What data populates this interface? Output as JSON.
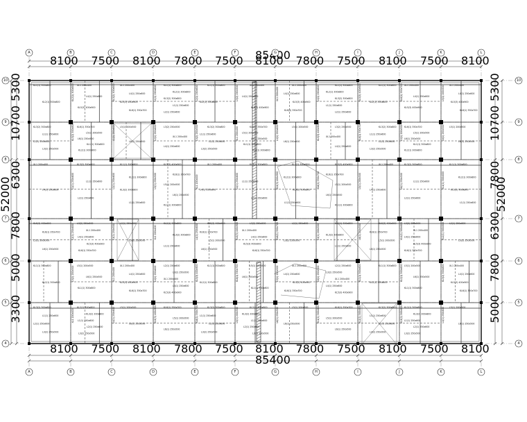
{
  "drawing": {
    "columns": [
      "A",
      "B",
      "C",
      "D",
      "E",
      "F",
      "G",
      "H",
      "I",
      "J",
      "K",
      "L"
    ],
    "rows": [
      "10",
      "9",
      "8",
      "7",
      "6",
      "5",
      "4"
    ],
    "column_spacings": [
      "8100",
      "7500",
      "8100",
      "7800",
      "7500",
      "8100",
      "7800",
      "7500",
      "8100",
      "7500",
      "8100"
    ],
    "overall_width": "85400",
    "row_spacings_left": [
      "5300",
      "10700",
      "6300",
      "7800",
      "5000",
      "3300"
    ],
    "row_spacings_right": [
      "5300",
      "10700",
      "7800",
      "6300",
      "7800",
      "5000"
    ],
    "overall_height": "52000",
    "beam_labels": [
      "KL1(1) 300x800",
      "KL2(1) 300x800",
      "KL3(2) 300x800",
      "L1(1) 250x600",
      "L2(1) 250x600",
      "L3(2) 250x500",
      "XL1 200x400",
      "L4(1) 250x600",
      "KL5(3) 400x900",
      "KL6(1) 350x700",
      "L5(1) 200x500",
      "L6(1) 250x500"
    ]
  }
}
